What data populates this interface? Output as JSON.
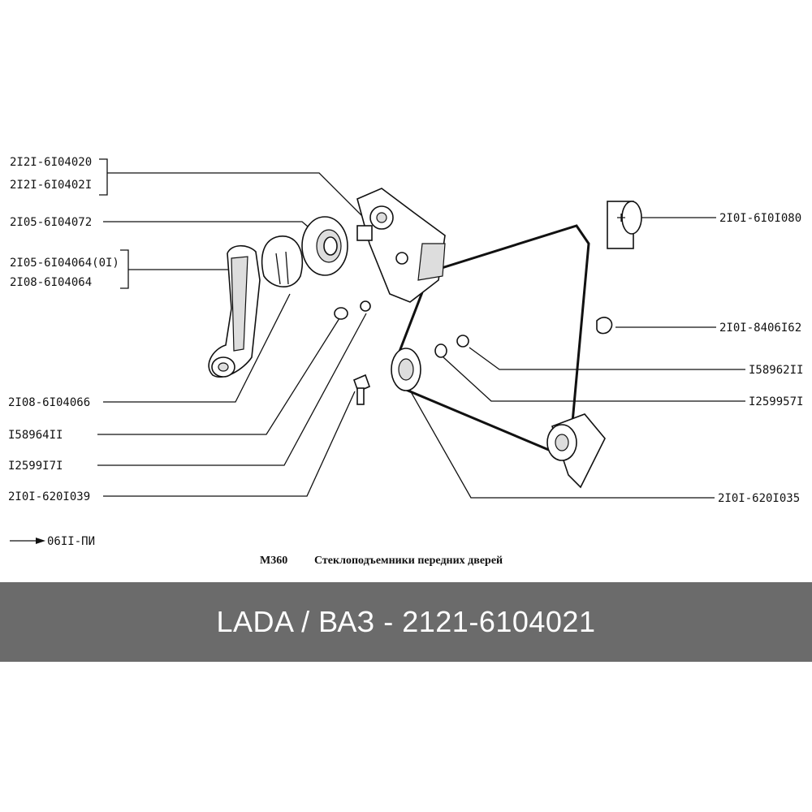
{
  "labels": {
    "l1a": "2I2I-6I04020",
    "l1b": "2I2I-6I0402I",
    "l2": "2I05-6I04072",
    "l3a": "2I05-6I04064(0I)",
    "l3b": "2I08-6I04064",
    "l4": "2I08-6I04066",
    "l5": "I58964II",
    "l6": "I2599I7I",
    "l7": "2I0I-620I039",
    "r1": "2I0I-6I0I080",
    "r2": "2I0I-8406I62",
    "r3": "I58962II",
    "r4": "I259957I",
    "r5": "2I0I-620I035"
  },
  "reference": "06II-ПИ",
  "caption": {
    "code": "M360",
    "title": "Стеклоподъемники передних дверей"
  },
  "banner": "LADA / ВАЗ - 2121-6104021"
}
